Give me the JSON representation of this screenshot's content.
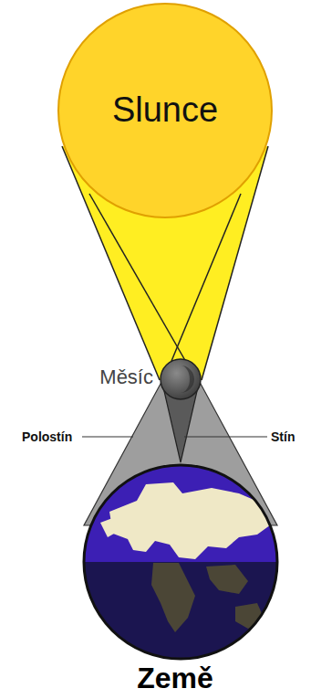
{
  "diagram": {
    "nodes": [
      {
        "text": [
          "Slunce"
        ]
      },
      {
        "text": [
          "Měsíc"
        ]
      },
      {
        "text": [
          "Země"
        ]
      }
    ],
    "labels": [
      "Stín",
      "Polostín"
    ]
  }
}
